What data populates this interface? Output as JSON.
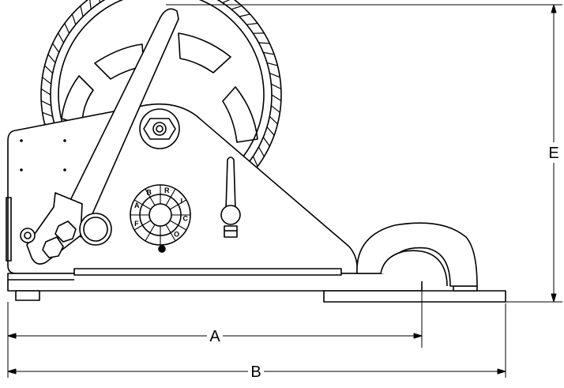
{
  "dimensions": {
    "a_label": "A",
    "b_label": "B",
    "e_label": "E"
  },
  "parts": {
    "drum": "winch-drum",
    "handle": "crank-handle",
    "frame": "side-frame",
    "brake": "ratchet-brake-wheel",
    "lever": "pawl-lever",
    "bolt": "hex-bolt",
    "strap_hook": "strap-hook",
    "base": "base-plate"
  },
  "brake_wheel_letters": [
    "F",
    "A",
    "B",
    "R",
    "I",
    "C",
    "O"
  ],
  "colors": {
    "line": "#000000",
    "background": "#ffffff"
  }
}
